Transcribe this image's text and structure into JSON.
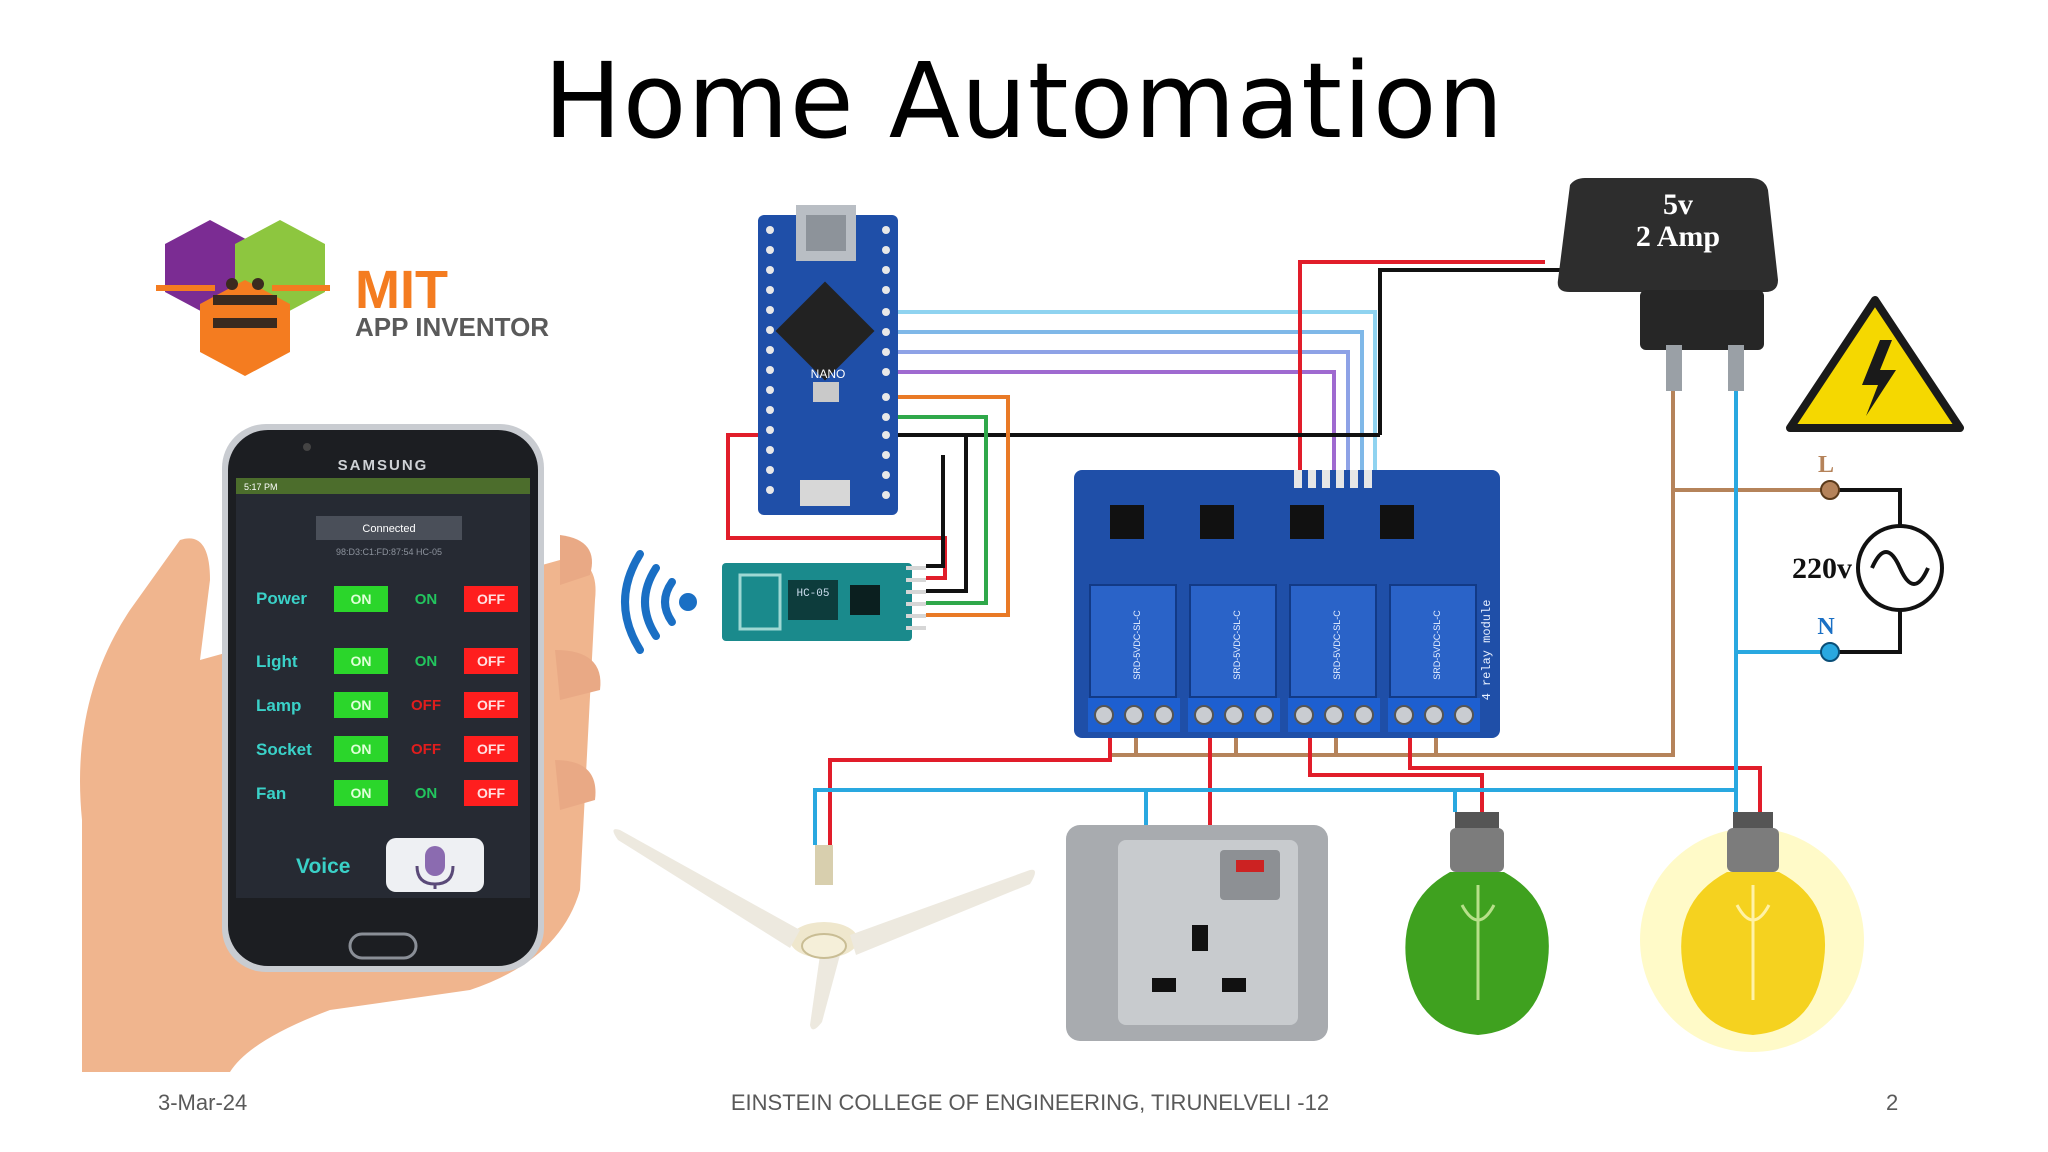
{
  "slide": {
    "title": "Home Automation",
    "footer_date": "3-Mar-24",
    "footer_center": "EINSTEIN COLLEGE OF ENGINEERING, TIRUNELVELI -12",
    "page_number": "2"
  },
  "logo": {
    "brand": "MIT",
    "product": "APP INVENTOR"
  },
  "phone": {
    "brand": "SAMSUNG",
    "status_time": "5:17 PM",
    "connection_status": "Connected",
    "device_address": "98:D3:C1:FD:87:54 HC-05",
    "rows": [
      {
        "label": "Power",
        "on": "ON",
        "state": "ON",
        "off": "OFF",
        "state_color": "#22c55e"
      },
      {
        "label": "Light",
        "on": "ON",
        "state": "ON",
        "off": "OFF",
        "state_color": "#22c55e"
      },
      {
        "label": "Lamp",
        "on": "ON",
        "state": "OFF",
        "off": "OFF",
        "state_color": "#e11d1d"
      },
      {
        "label": "Socket",
        "on": "ON",
        "state": "OFF",
        "off": "OFF",
        "state_color": "#e11d1d"
      },
      {
        "label": "Fan",
        "on": "ON",
        "state": "ON",
        "off": "OFF",
        "state_color": "#22c55e"
      }
    ],
    "voice_label": "Voice"
  },
  "arduino": {
    "label": "NANO"
  },
  "bluetooth": {
    "label": "HC-05"
  },
  "relay": {
    "module_label": "4 relay module",
    "relay_text": "SRD-5VDC-SL-C"
  },
  "adapter": {
    "line1": "5v",
    "line2": "2 Amp"
  },
  "mains": {
    "voltage": "220v",
    "live": "L",
    "neutral": "N"
  },
  "colors": {
    "red_wire": "#e11d2a",
    "black_wire": "#111111",
    "blue_wire": "#29a8e0",
    "brown_wire": "#b5835a",
    "board_blue": "#1f4fa8",
    "warning_yellow": "#f5d800"
  }
}
